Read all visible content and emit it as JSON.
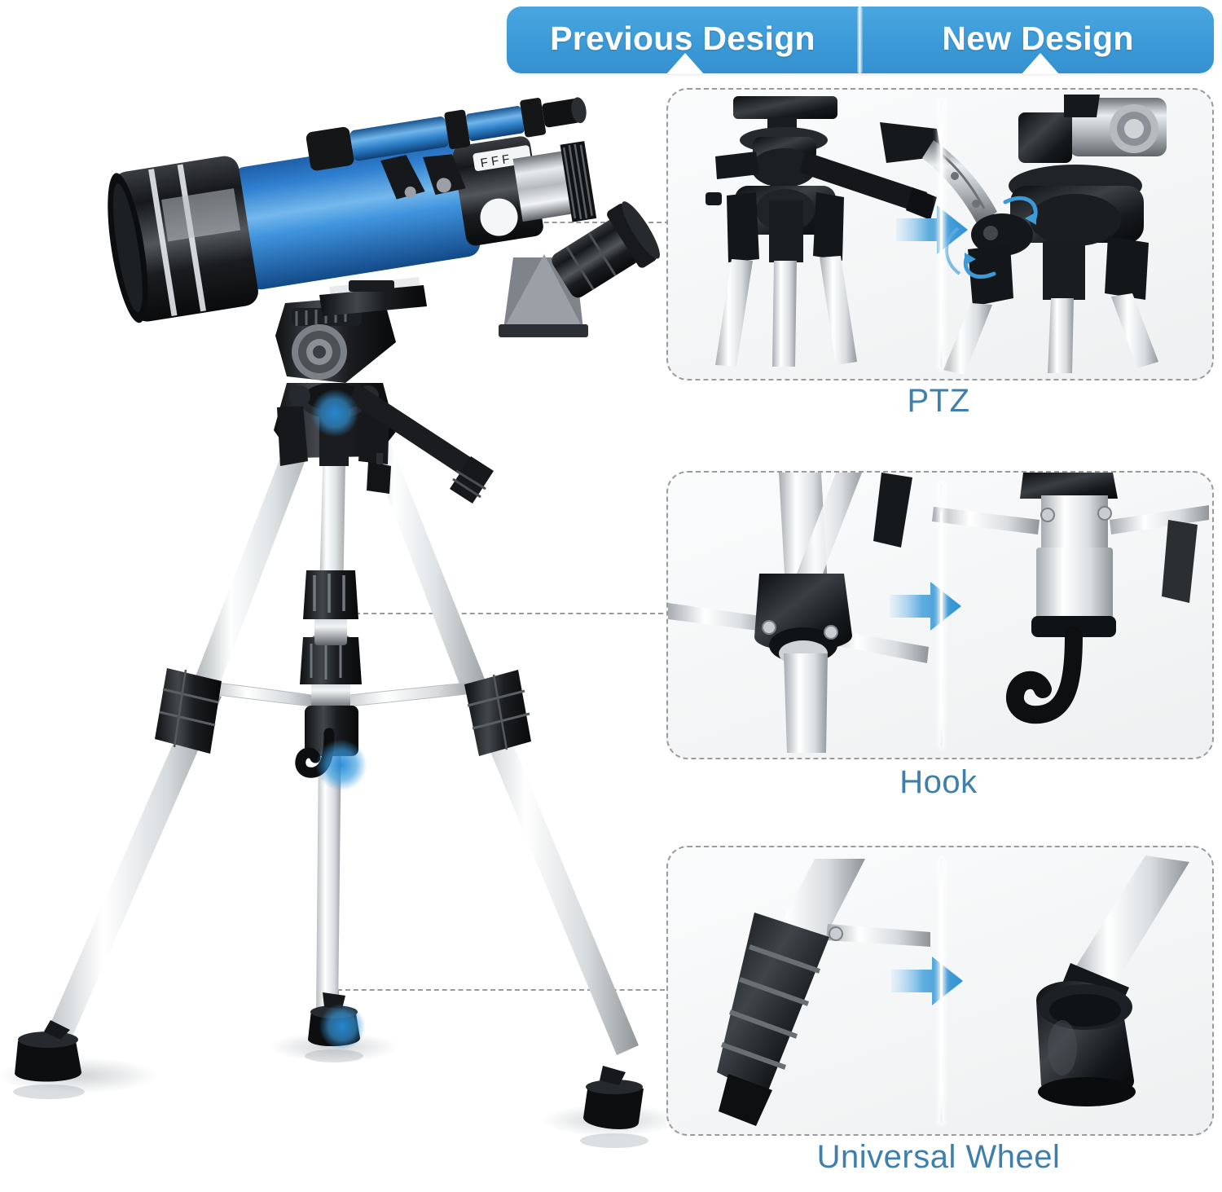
{
  "banner": {
    "left_label": "Previous Design",
    "right_label": "New Design",
    "color": "#3b9ad7",
    "text_color": "#ffffff"
  },
  "panels": [
    {
      "id": "ptz",
      "caption": "PTZ",
      "left_side": "Previous Design",
      "right_side": "New Design",
      "left_description": "tripod pan head with straight pan handle",
      "right_description": "tripod head with quick-release locking lever and rotation arrows",
      "arrow": "right-arrow-icon"
    },
    {
      "id": "hook",
      "caption": "Hook",
      "left_side": "Previous Design",
      "right_side": "New Design",
      "left_description": "center column brace joint with no hook",
      "right_description": "center column with black counterweight hook",
      "arrow": "right-arrow-icon"
    },
    {
      "id": "wheel",
      "caption": "Universal Wheel",
      "left_side": "Previous Design",
      "right_side": "New Design",
      "left_description": "ribbed plastic leg tip",
      "right_description": "wide rounded rubber universal wheel foot",
      "arrow": "right-arrow-icon"
    }
  ],
  "product": {
    "name": "refractor telescope on aluminum tripod",
    "tube_color": "#2f7fd6",
    "hardware_color": "#17181a",
    "tripod_color": "#cfd3d6",
    "highlight_color": "#2a8ed8"
  },
  "captions": {
    "ptz": "PTZ",
    "hook": "Hook",
    "wheel": "Universal Wheel"
  }
}
